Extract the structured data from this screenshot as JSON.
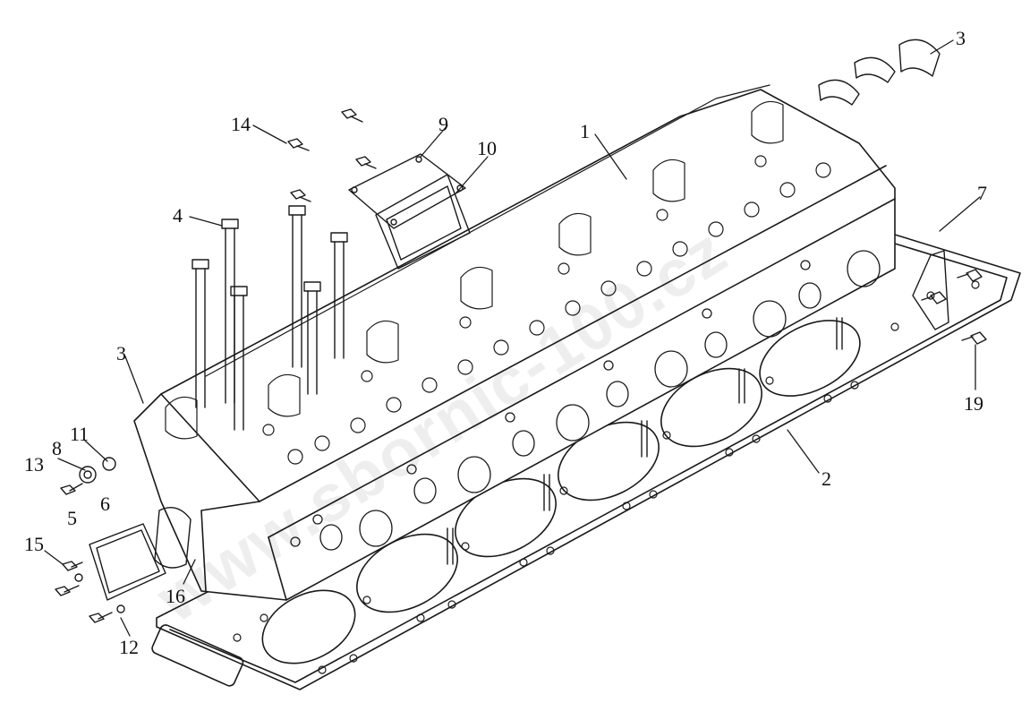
{
  "diagram": {
    "callouts": [
      {
        "id": "c1",
        "text": "1"
      },
      {
        "id": "c2",
        "text": "2"
      },
      {
        "id": "c3a",
        "text": "3"
      },
      {
        "id": "c3b",
        "text": "3"
      },
      {
        "id": "c4",
        "text": "4"
      },
      {
        "id": "c5",
        "text": "5"
      },
      {
        "id": "c6",
        "text": "6"
      },
      {
        "id": "c7",
        "text": "7"
      },
      {
        "id": "c8",
        "text": "8"
      },
      {
        "id": "c9",
        "text": "9"
      },
      {
        "id": "c10",
        "text": "10"
      },
      {
        "id": "c11",
        "text": "11"
      },
      {
        "id": "c12",
        "text": "12"
      },
      {
        "id": "c13",
        "text": "13"
      },
      {
        "id": "c14",
        "text": "14"
      },
      {
        "id": "c15",
        "text": "15"
      },
      {
        "id": "c16",
        "text": "16"
      },
      {
        "id": "c19",
        "text": "19"
      }
    ],
    "watermark": "www.sbornic-100.cz",
    "colors": {
      "line": "#1a1a1a",
      "background": "#ffffff"
    }
  }
}
